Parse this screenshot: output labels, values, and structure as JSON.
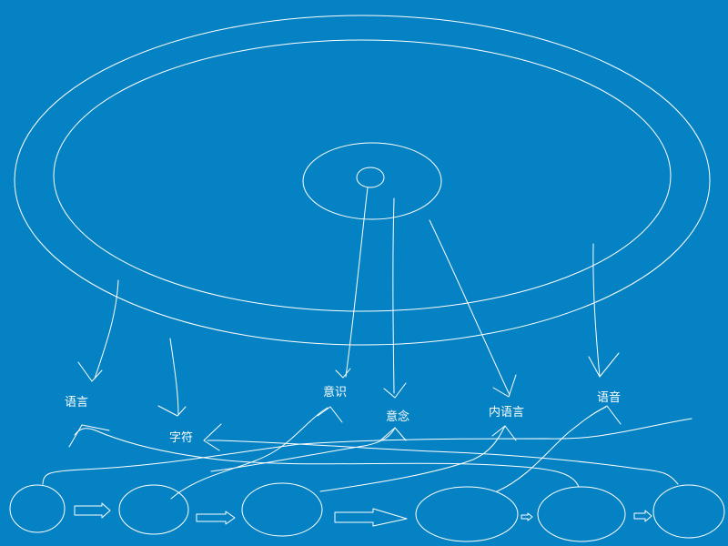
{
  "colors": {
    "background": "#0582c4",
    "stroke": "#ffffff"
  },
  "labels": {
    "yuyan": "语言",
    "zifu": "字符",
    "yishi": "意识",
    "yinian": "意念",
    "neiyuyan": "内语言",
    "yuyin": "语音"
  }
}
